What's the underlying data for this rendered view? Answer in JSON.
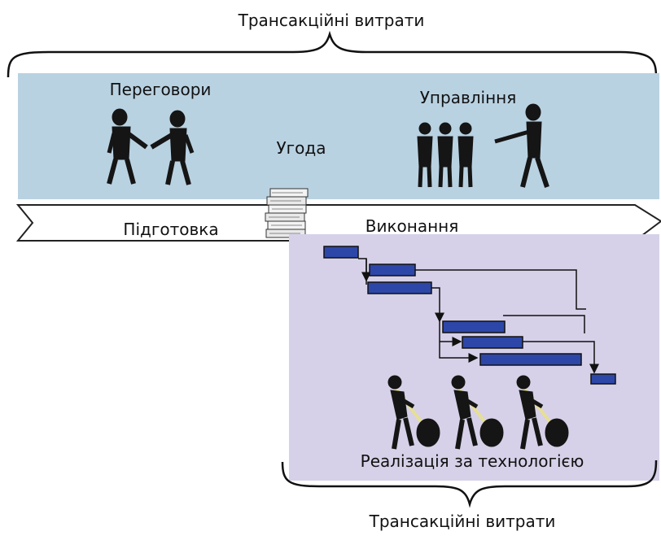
{
  "labels": {
    "top_bracket": "Трансакційні витрати",
    "negotiations": "Переговори",
    "agreement": "Угода",
    "management": "Управління",
    "preparation": "Підготовка",
    "execution": "Виконання",
    "implementation": "Реалізація за технологією",
    "bottom_bracket": "Трансакційні витрати"
  },
  "colors": {
    "top_panel": "#b9d2e2",
    "bottom_panel": "#d6d1e8",
    "gantt_bar": "#2d47a8",
    "figure": "#151515",
    "outline": "#222222"
  },
  "icons": [
    "handshake-figures-icon",
    "document-stack-icon",
    "workers-group-icon",
    "pointing-manager-icon",
    "gantt-chart-icon",
    "digging-worker-icon"
  ]
}
